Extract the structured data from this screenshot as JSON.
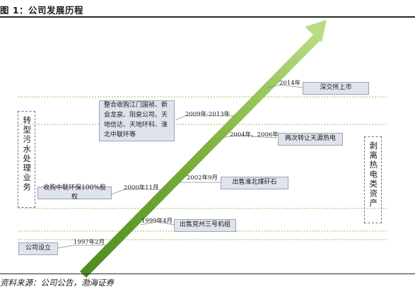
{
  "title": "图 1：公司发展历程",
  "source": "资料来源：公司公告，渤海证券",
  "side_labels": {
    "left": "转型污水处理业务",
    "right": "剥离热电类资产"
  },
  "events": [
    {
      "id": "founding",
      "year": "1997年2月",
      "text": "公司设立"
    },
    {
      "id": "1999",
      "year": "1999年4月",
      "text": "出售兖州三号机组"
    },
    {
      "id": "2000",
      "year": "2000年11月",
      "text": "收购中联环保100%股权"
    },
    {
      "id": "2002",
      "year": "2002年9月",
      "text": "出售淮北煤矸石"
    },
    {
      "id": "2004",
      "year": "2004年、2006年",
      "text": "两次转让天源热电"
    },
    {
      "id": "2009",
      "year": "2009年-2013年",
      "text": "整合收购江门国祯、新会龙泉、阳泉公司、天地信达、天地环科、淮北中联环等"
    },
    {
      "id": "2014",
      "year": "2014年",
      "text": "深交所上市"
    }
  ],
  "colors": {
    "arrow_dark": "#4e8a1e",
    "arrow_light": "#b8dc84",
    "box_fill": "#dfe3ec",
    "dashed_line": "#8fbf55"
  }
}
